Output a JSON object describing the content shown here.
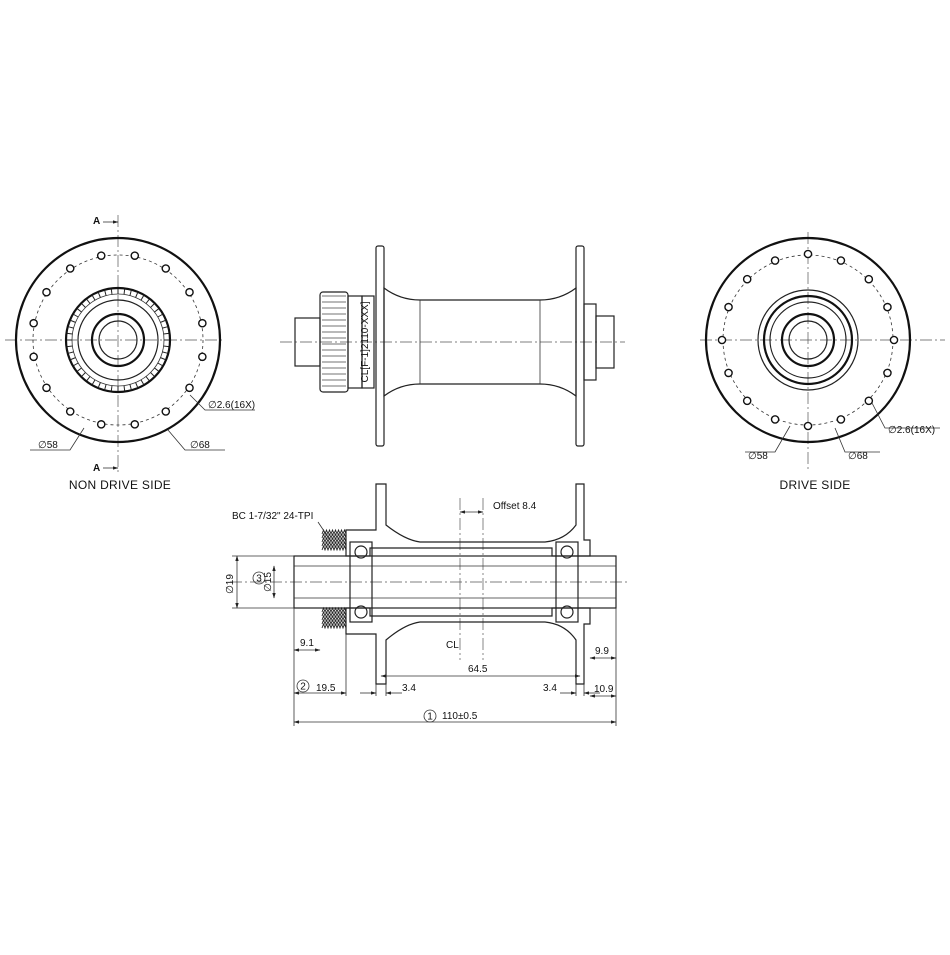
{
  "views": {
    "left_title": "NON DRIVE SIDE",
    "right_title": "DRIVE SIDE"
  },
  "section_marks": {
    "top": "A",
    "bottom": "A"
  },
  "callouts": {
    "left_hole": "∅2.6(16X)",
    "left_d58": "∅58",
    "left_d68": "∅68",
    "right_hole": "∅2.6(16X)",
    "right_d58": "∅58",
    "right_d68": "∅68"
  },
  "side_view": {
    "lockring_text": "CL[F-1]2110-XXX]"
  },
  "section": {
    "thread": "BC 1-7/32\" 24-TPI",
    "offset": "Offset  8.4",
    "cl": "CL",
    "d19": "∅19",
    "d15": "∅15",
    "bubble_1": "1",
    "bubble_2": "2",
    "bubble_3": "3",
    "dim_91": "9.1",
    "dim_195": "19.5",
    "dim_34_left": "3.4",
    "dim_645": "64.5",
    "dim_34_right": "3.4",
    "dim_99": "9.9",
    "dim_109": "10.9",
    "dim_110": "110±0.5"
  },
  "flange_holes": 16
}
